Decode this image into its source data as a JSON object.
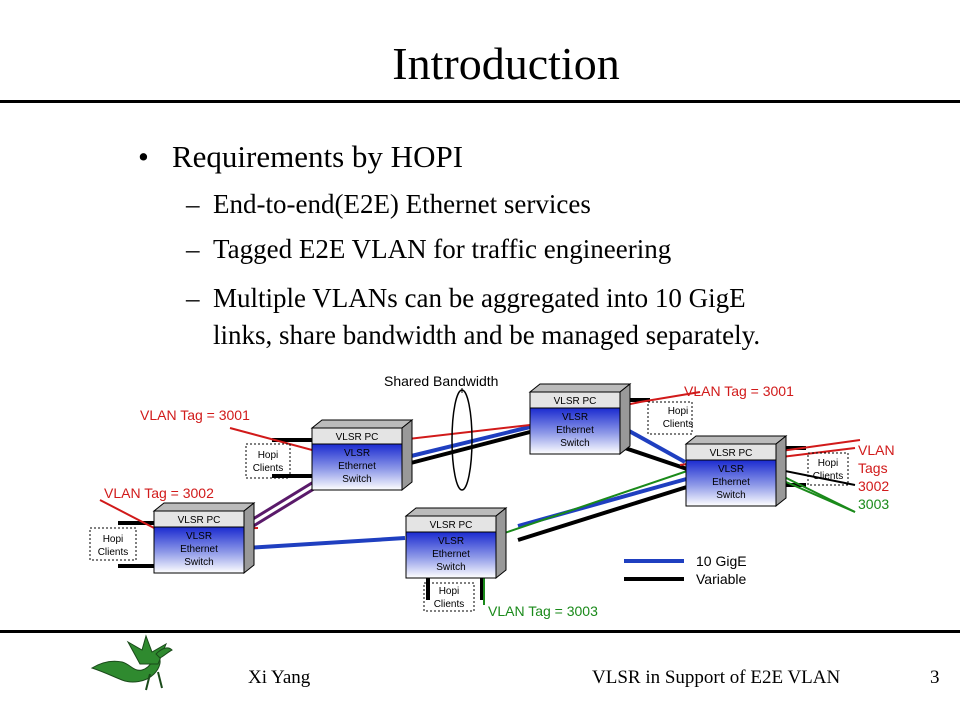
{
  "slide": {
    "title": "Introduction",
    "bullets": {
      "main": "Requirements by HOPI",
      "sub": [
        "End-to-end(E2E) Ethernet services",
        "Tagged E2E VLAN for traffic engineering",
        "Multiple VLANs can be aggregated into 10 GigE",
        "links, share bandwidth and be managed separately."
      ]
    },
    "footer": {
      "author": "Xi Yang",
      "title": "VLSR in Support of E2E VLAN",
      "page": "3"
    }
  },
  "diagram": {
    "shared_bandwidth_label": "Shared Bandwidth",
    "node": {
      "header": "VLSR PC",
      "body_line1": "VLSR",
      "body_line2": "Ethernet",
      "body_line3": "Switch"
    },
    "clients": {
      "line1": "Hopi",
      "line2": "Clients"
    },
    "vlan_labels": {
      "tag_3001_left": "VLAN Tag = 3001",
      "tag_3001_right": "VLAN Tag = 3001",
      "tag_3002": "VLAN Tag = 3002",
      "tag_3003": "VLAN Tag = 3003",
      "tags_title_1": "VLAN",
      "tags_title_2": "Tags",
      "tags_3002": "3002",
      "tags_3003": "3003"
    },
    "legend": {
      "ten_gige": "10 GigE",
      "variable": "Variable"
    },
    "colors": {
      "blue_link": "#1f3fc0",
      "black_link": "#000000",
      "red_vlan": "#d11a1a",
      "green_vlan": "#1a8a1a",
      "purple_link": "#5a1a6a",
      "node_header": "#e4e4e4",
      "node_gradient_top": "#1a2ad0",
      "node_gradient_bottom": "#ffffff"
    }
  }
}
